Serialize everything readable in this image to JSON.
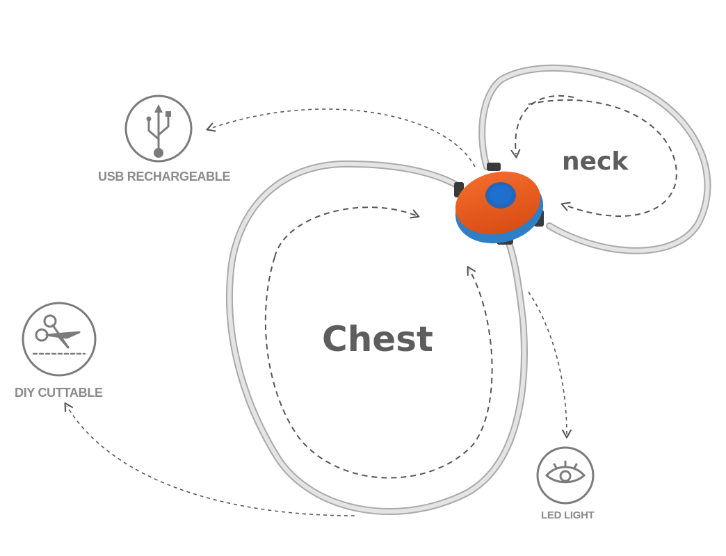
{
  "diagram": {
    "loops": [
      {
        "id": "chest",
        "label": "Chest"
      },
      {
        "id": "neck",
        "label": "neck"
      }
    ],
    "features": [
      {
        "id": "usb",
        "label": "USB RECHARGEABLE",
        "icon": "usb-icon"
      },
      {
        "id": "diy",
        "label": "DIY CUTTABLE",
        "icon": "scissors-icon"
      },
      {
        "id": "led",
        "label": "LED LIGHT",
        "icon": "eye-icon"
      }
    ],
    "colors": {
      "tube": "#c7c7c7",
      "arrow": "#555555",
      "icon": "#7b7b7b",
      "label": "#8a8a8a",
      "device_body": "#e95a1f",
      "device_base": "#2f7fc6",
      "device_button": "#1f6fd0"
    }
  }
}
